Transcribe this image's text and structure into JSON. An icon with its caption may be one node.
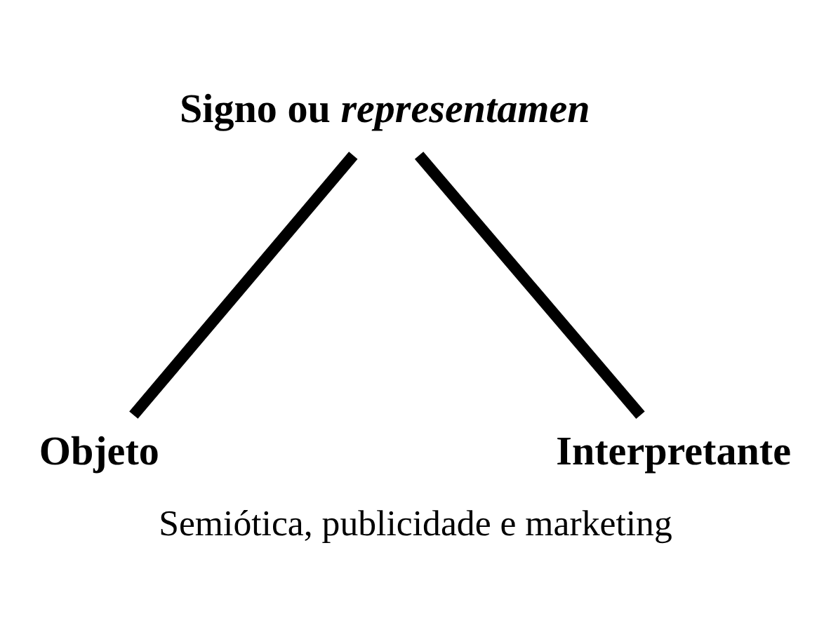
{
  "diagram": {
    "caption": "Semiótica, publicidade e marketing",
    "nodes": [
      {
        "text": [
          "Signo ou *representamen*"
        ]
      },
      {
        "text": [
          "Objeto"
        ]
      },
      {
        "text": [
          "Interpretante"
        ]
      }
    ],
    "edges": [
      {
        "from": 0,
        "to": 1,
        "arrow": "none"
      },
      {
        "from": 0,
        "to": 2,
        "arrow": "none"
      }
    ]
  }
}
